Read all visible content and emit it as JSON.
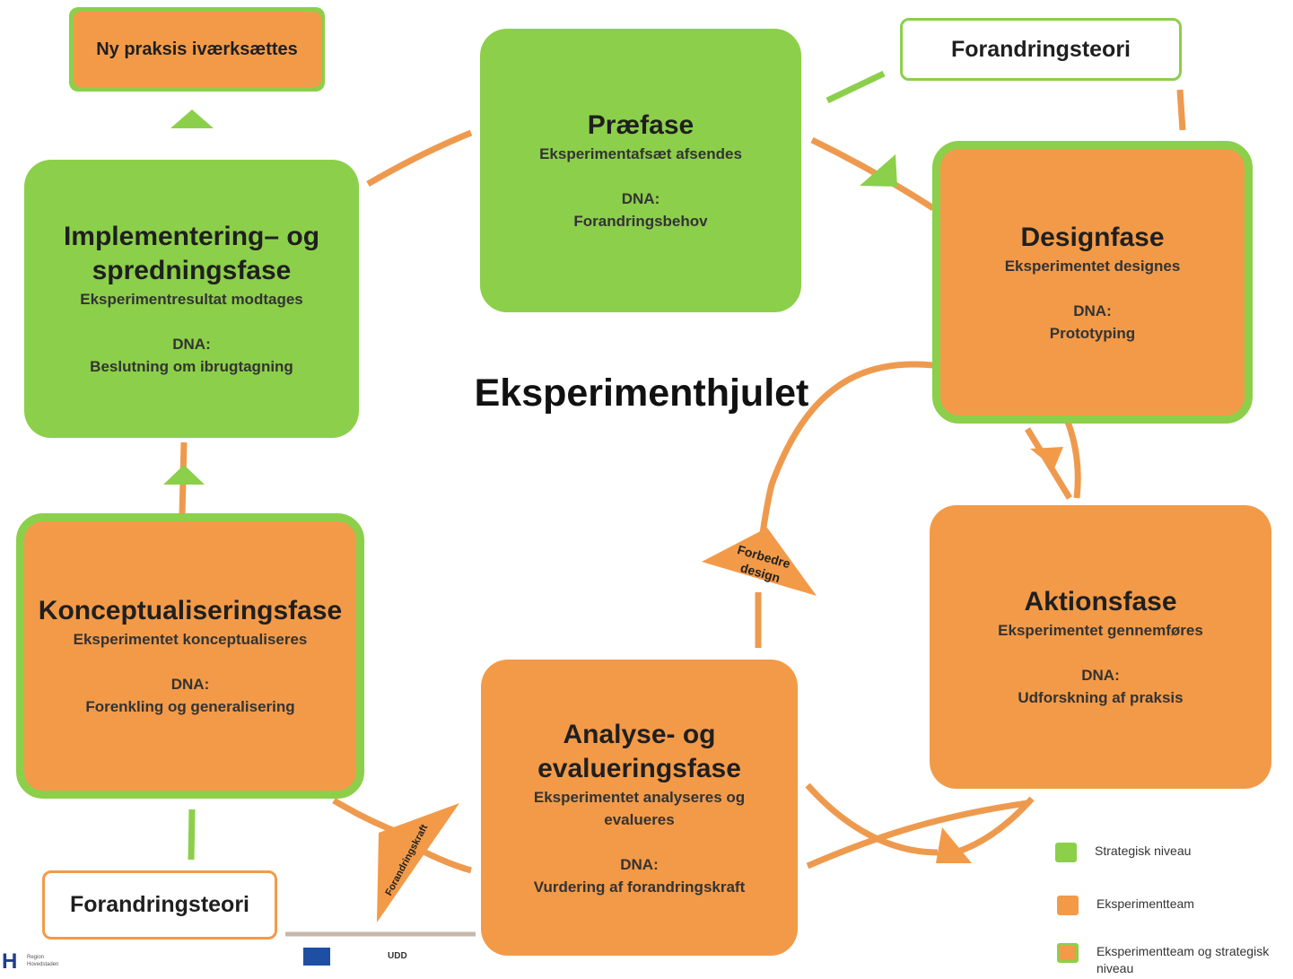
{
  "title": "Eksperimenthjulet",
  "colors": {
    "green": "#8ccf4a",
    "orange": "#f39a48",
    "connector": "#ee9a4e"
  },
  "boxes": {
    "praefase": {
      "title": "Præfase",
      "sub": "Eksperimentafsæt afsendes",
      "dna_label": "DNA:",
      "dna": "Forandringsbehov"
    },
    "designfase": {
      "title": "Designfase",
      "sub": "Eksperimentet designes",
      "dna_label": "DNA:",
      "dna": "Prototyping"
    },
    "aktionsfase": {
      "title": "Aktionsfase",
      "sub": "Eksperimentet gennemføres",
      "dna_label": "DNA:",
      "dna": "Udforskning af praksis"
    },
    "analysefase": {
      "title_1": "Analyse- og",
      "title_2": "evalueringsfase",
      "sub_1": "Eksperimentet analyseres og",
      "sub_2": "evalueres",
      "dna_label": "DNA:",
      "dna": "Vurdering af forandringskraft"
    },
    "konceptfase": {
      "title": "Konceptualiseringsfase",
      "sub": "Eksperimentet konceptualiseres",
      "dna_label": "DNA:",
      "dna": "Forenkling og generalisering"
    },
    "implementering": {
      "title_1": "Implementering– og",
      "title_2": "spredningsfase",
      "sub": "Eksperimentresultat modtages",
      "dna_label": "DNA:",
      "dna": "Beslutning om ibrugtagning"
    }
  },
  "notes": {
    "ny_praksis": "Ny praksis iværksættes",
    "forandringsteori_top": "Forandringsteori",
    "forandringsteori_bottom": "Forandringsteori"
  },
  "arrow_labels": {
    "forbedre_1": "Forbedre",
    "forbedre_2": "design",
    "forandringskraft": "Forandringskraft"
  },
  "legend": [
    {
      "label": "Strategisk niveau",
      "kind": "green"
    },
    {
      "label": "Eksperimentteam",
      "kind": "orange"
    },
    {
      "label": "Eksperimentteam og strategisk niveau",
      "kind": "both"
    }
  ],
  "logos": {
    "region_1": "Region",
    "region_2": "Hovedstaden",
    "udd": "UDD"
  }
}
